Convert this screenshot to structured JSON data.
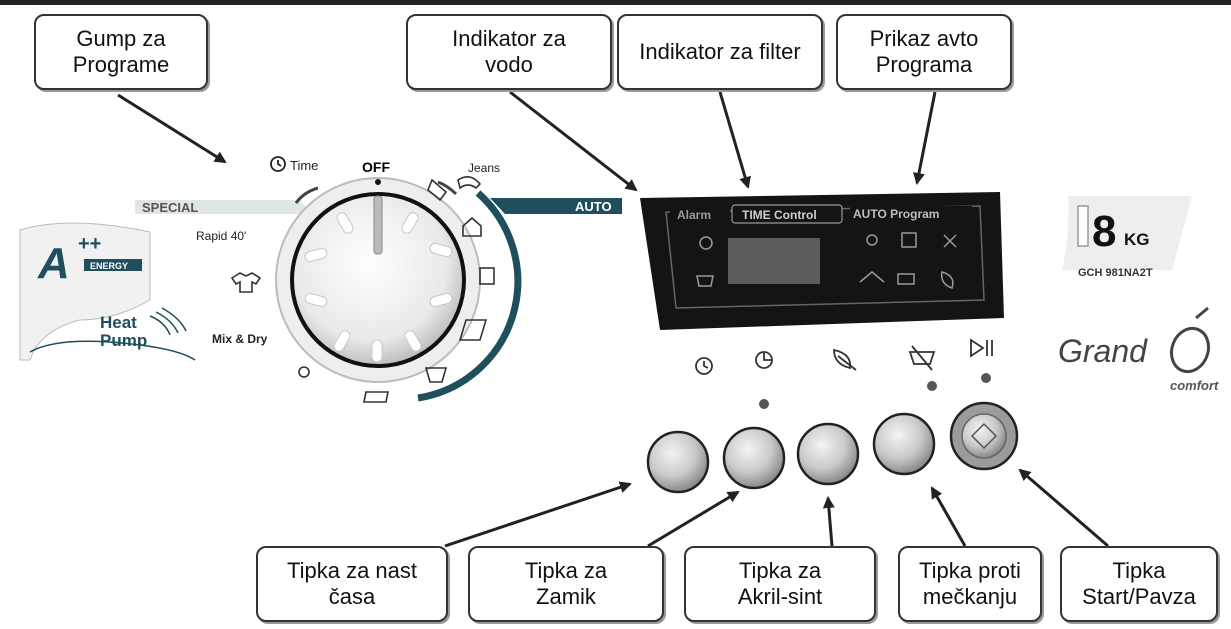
{
  "callouts": {
    "top": [
      {
        "id": "programs",
        "text": "Gump za\nPrograme"
      },
      {
        "id": "water",
        "text": "Indikator za\nvodo"
      },
      {
        "id": "filter",
        "text": "Indikator za filter"
      },
      {
        "id": "auto",
        "text": "Prikaz avto\nPrograma"
      }
    ],
    "bottom": [
      {
        "id": "time",
        "text": "Tipka za nast\nčasa"
      },
      {
        "id": "delay",
        "text": "Tipka za\nZamik"
      },
      {
        "id": "acryl",
        "text": "Tipka za\nAkril-sint"
      },
      {
        "id": "crease",
        "text": "Tipka proti\nmečkanju"
      },
      {
        "id": "start",
        "text": "Tipka\nStart/Pavza"
      }
    ]
  },
  "dial": {
    "off": "OFF",
    "time": "Time",
    "jeans": "Jeans",
    "special": "SPECIAL",
    "auto": "AUTO",
    "rapid": "Rapid 40'",
    "mix": "Mix & Dry"
  },
  "display": {
    "alarm": "Alarm",
    "time_control": "TIME Control",
    "auto_program": "AUTO Program"
  },
  "badges": {
    "energy_class": "A",
    "energy_plus": "++",
    "energy_word": "ENERGY",
    "heat": "Heat",
    "pump": "Pump",
    "capacity_num": "8",
    "capacity_unit": "KG",
    "model": "GCH 981NA2T",
    "brand": "Grand",
    "brand_sub": "comfort"
  },
  "colors": {
    "accent": "#1f4f5c",
    "panel": "#141414",
    "border": "#333333"
  }
}
